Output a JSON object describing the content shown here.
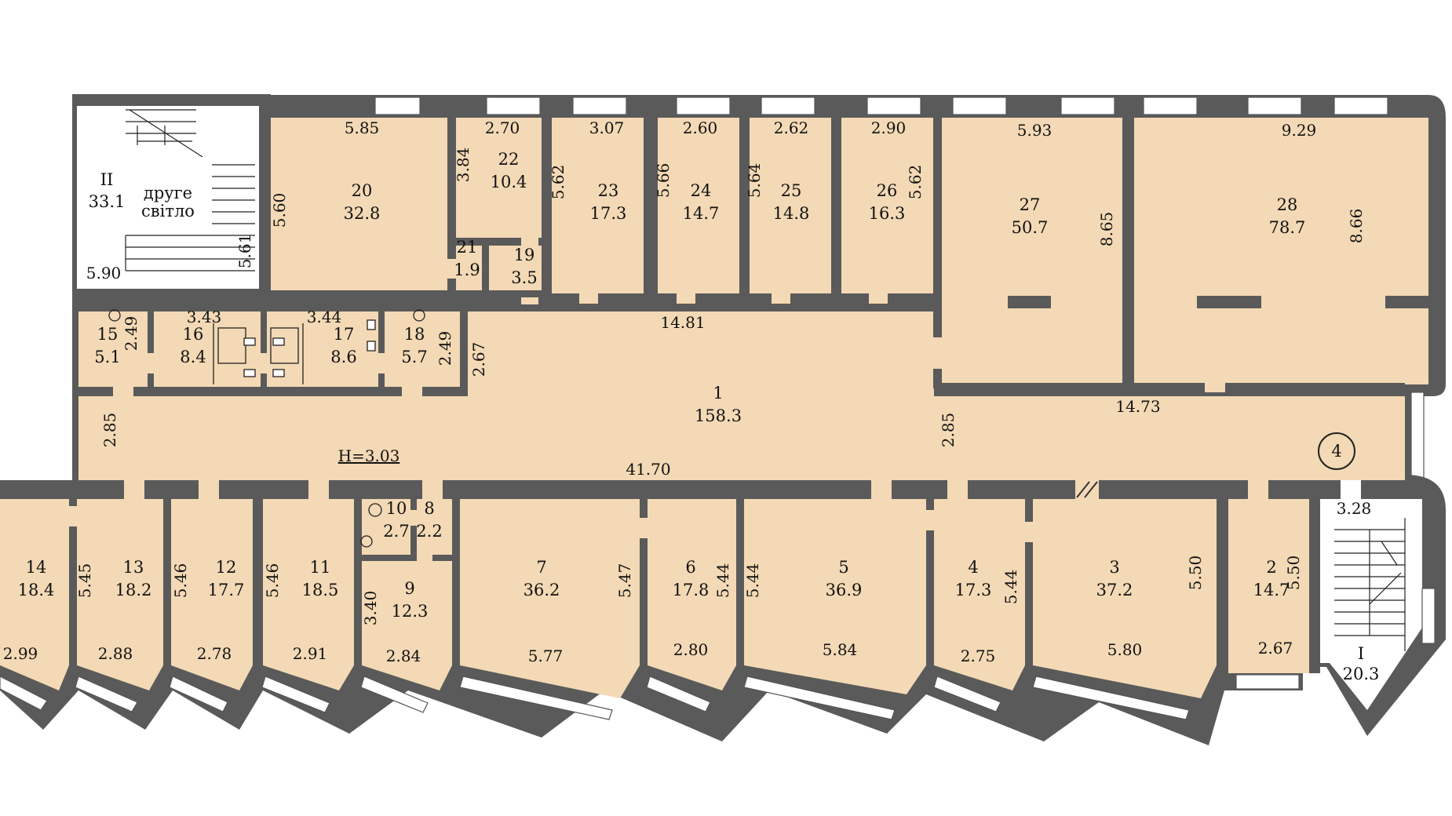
{
  "plan": {
    "height_note": "H=3.03",
    "stair_1": {
      "id": "I",
      "area": "20.3"
    },
    "stair_2": {
      "id": "II",
      "area": "33.1",
      "note_line1": "друге",
      "note_line2": "світло"
    },
    "marker": "4"
  },
  "rooms": [
    {
      "key": "r1",
      "num": "1",
      "area": "158.3"
    },
    {
      "key": "r2",
      "num": "2",
      "area": "14.7"
    },
    {
      "key": "r3",
      "num": "3",
      "area": "37.2"
    },
    {
      "key": "r4",
      "num": "4",
      "area": "17.3"
    },
    {
      "key": "r5",
      "num": "5",
      "area": "36.9"
    },
    {
      "key": "r6",
      "num": "6",
      "area": "17.8"
    },
    {
      "key": "r7",
      "num": "7",
      "area": "36.2"
    },
    {
      "key": "r8",
      "num": "8",
      "area": "2.2"
    },
    {
      "key": "r9",
      "num": "9",
      "area": "12.3"
    },
    {
      "key": "r10",
      "num": "10",
      "area": "2.7"
    },
    {
      "key": "r11",
      "num": "11",
      "area": "18.5"
    },
    {
      "key": "r12",
      "num": "12",
      "area": "17.7"
    },
    {
      "key": "r13",
      "num": "13",
      "area": "18.2"
    },
    {
      "key": "r14",
      "num": "14",
      "area": "18.4"
    },
    {
      "key": "r15",
      "num": "15",
      "area": "5.1"
    },
    {
      "key": "r16",
      "num": "16",
      "area": "8.4"
    },
    {
      "key": "r17",
      "num": "17",
      "area": "8.6"
    },
    {
      "key": "r18",
      "num": "18",
      "area": "5.7"
    },
    {
      "key": "r19",
      "num": "19",
      "area": "3.5"
    },
    {
      "key": "r20",
      "num": "20",
      "area": "32.8"
    },
    {
      "key": "r21",
      "num": "21",
      "area": "1.9"
    },
    {
      "key": "r22",
      "num": "22",
      "area": "10.4"
    },
    {
      "key": "r23",
      "num": "23",
      "area": "17.3"
    },
    {
      "key": "r24",
      "num": "24",
      "area": "14.7"
    },
    {
      "key": "r25",
      "num": "25",
      "area": "14.8"
    },
    {
      "key": "r26",
      "num": "26",
      "area": "16.3"
    },
    {
      "key": "r27",
      "num": "27",
      "area": "50.7"
    },
    {
      "key": "r28",
      "num": "28",
      "area": "78.7"
    }
  ],
  "dimensions": [
    {
      "key": "d_20w",
      "value": "5.85"
    },
    {
      "key": "d_22w",
      "value": "2.70"
    },
    {
      "key": "d_23w",
      "value": "3.07"
    },
    {
      "key": "d_24w",
      "value": "2.60"
    },
    {
      "key": "d_25w",
      "value": "2.62"
    },
    {
      "key": "d_26w",
      "value": "2.90"
    },
    {
      "key": "d_27w",
      "value": "5.93"
    },
    {
      "key": "d_28w",
      "value": "9.29"
    },
    {
      "key": "d_20h",
      "value": "5.60"
    },
    {
      "key": "d_22h",
      "value": "3.84"
    },
    {
      "key": "d_23h",
      "value": "5.62"
    },
    {
      "key": "d_24h",
      "value": "5.66"
    },
    {
      "key": "d_25h",
      "value": "5.64"
    },
    {
      "key": "d_26h",
      "value": "5.62"
    },
    {
      "key": "d_27h",
      "value": "8.65"
    },
    {
      "key": "d_28h",
      "value": "8.66"
    },
    {
      "key": "d_st2w",
      "value": "5.90"
    },
    {
      "key": "d_st2h",
      "value": "5.61"
    },
    {
      "key": "d_16w",
      "value": "3.43"
    },
    {
      "key": "d_17w",
      "value": "3.44"
    },
    {
      "key": "d_15h",
      "value": "2.49"
    },
    {
      "key": "d_18h",
      "value": "2.49"
    },
    {
      "key": "d_c1",
      "value": "2.67"
    },
    {
      "key": "d_c2",
      "value": "14.81"
    },
    {
      "key": "d_c3",
      "value": "14.73"
    },
    {
      "key": "d_c4",
      "value": "2.85"
    },
    {
      "key": "d_c5",
      "value": "2.85"
    },
    {
      "key": "d_c6",
      "value": "41.70"
    },
    {
      "key": "d_st1w",
      "value": "3.28"
    },
    {
      "key": "d_14w",
      "value": "2.99"
    },
    {
      "key": "d_13w",
      "value": "2.88"
    },
    {
      "key": "d_12w",
      "value": "2.78"
    },
    {
      "key": "d_11w",
      "value": "2.91"
    },
    {
      "key": "d_9w",
      "value": "2.84"
    },
    {
      "key": "d_7w",
      "value": "5.77"
    },
    {
      "key": "d_6w",
      "value": "2.80"
    },
    {
      "key": "d_5w",
      "value": "5.84"
    },
    {
      "key": "d_4w",
      "value": "2.75"
    },
    {
      "key": "d_3w",
      "value": "5.80"
    },
    {
      "key": "d_2w",
      "value": "2.67"
    },
    {
      "key": "d_13h",
      "value": "5.45"
    },
    {
      "key": "d_12h",
      "value": "5.46"
    },
    {
      "key": "d_11h",
      "value": "5.46"
    },
    {
      "key": "d_9h",
      "value": "3.40"
    },
    {
      "key": "d_7h",
      "value": "5.47"
    },
    {
      "key": "d_6h",
      "value": "5.44"
    },
    {
      "key": "d_5h",
      "value": "5.44"
    },
    {
      "key": "d_4h",
      "value": "5.44"
    },
    {
      "key": "d_3h",
      "value": "5.50"
    },
    {
      "key": "d_2h",
      "value": "5.50"
    }
  ],
  "colors": {
    "wall": "#5a5a5a",
    "floor": "#f3d9b5",
    "window": "#ffffff",
    "line": "#222222"
  }
}
